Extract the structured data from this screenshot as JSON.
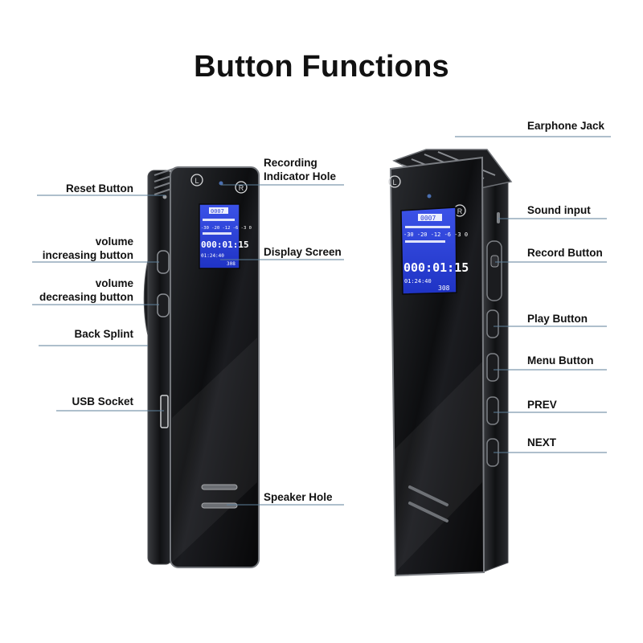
{
  "title": "Button Functions",
  "callouts": {
    "reset_button": "Reset Button",
    "volume_up_1": "volume",
    "volume_up_2": "increasing button",
    "volume_down_1": "volume",
    "volume_down_2": "decreasing button",
    "back_splint": "Back Splint",
    "usb_socket": "USB Socket",
    "recording_indicator_1": "Recording",
    "recording_indicator_2": "Indicator Hole",
    "display_screen": "Display Screen",
    "speaker_hole": "Speaker Hole",
    "earphone_jack": "Earphone Jack",
    "sound_input": "Sound input",
    "record_button": "Record Button",
    "play_button": "Play Button",
    "menu_button": "Menu Button",
    "prev": "PREV",
    "next": "NEXT"
  },
  "device": {
    "left_badge": "L",
    "right_badge": "R",
    "screen_file": "0007",
    "screen_scale": "-30 -20 -12 -6 -3 0",
    "screen_time": "000:01:15",
    "screen_total": "01:24:40",
    "screen_count": "308"
  },
  "colors": {
    "body": "#121316",
    "edge": "#6b6e73",
    "screen": "#2a3fd6",
    "leader": "#5d7f99"
  }
}
